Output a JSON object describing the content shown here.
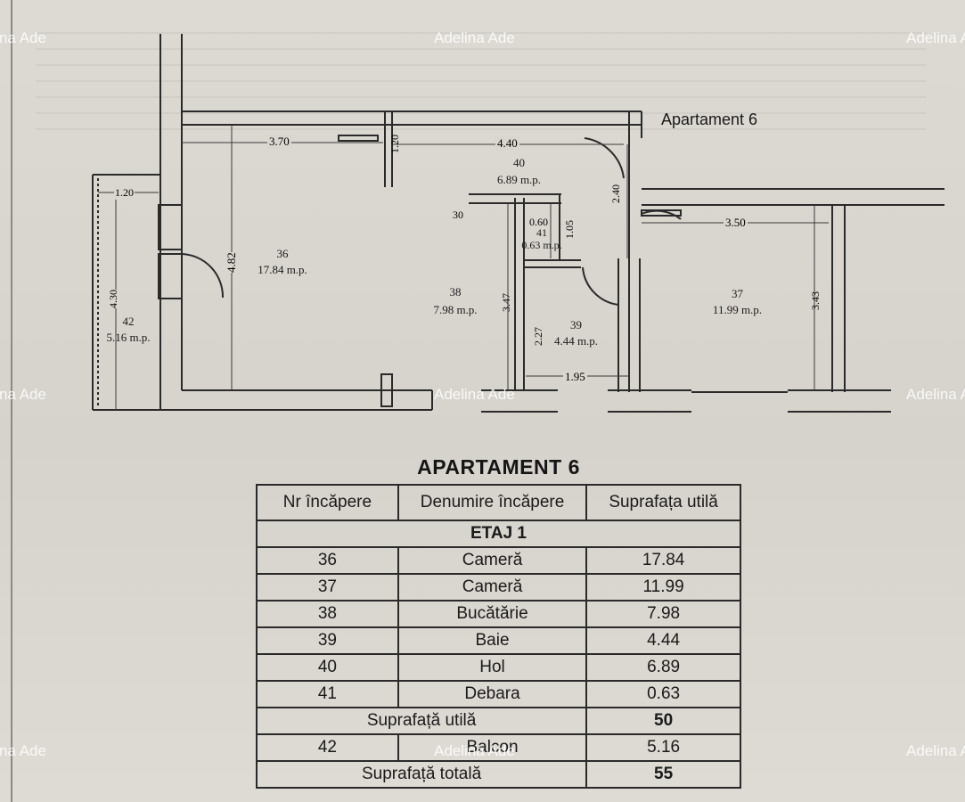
{
  "watermark": "Adelina Ade",
  "watermark_partial": "na Ade",
  "plan": {
    "label": "Apartament 6",
    "rooms": [
      {
        "number": "36",
        "area": "17.84 m.p."
      },
      {
        "number": "37",
        "area": "11.99 m.p."
      },
      {
        "number": "38",
        "area": "7.98 m.p."
      },
      {
        "number": "39",
        "area": "4.44 m.p."
      },
      {
        "number": "40",
        "area": "6.89 m.p."
      },
      {
        "number": "41",
        "area": "0.63 m.p."
      },
      {
        "number": "42",
        "area": "5.16 m.p."
      }
    ],
    "dimensions": [
      "3.70",
      "4.40",
      "1.20",
      "2.40",
      "3.50",
      "4.82",
      "3.47",
      "2.27",
      "1.95",
      "3.43",
      "4.30",
      "1.20",
      "0.60",
      "1.05",
      "30"
    ]
  },
  "table": {
    "title": "APARTAMENT 6",
    "headers": [
      "Nr încăpere",
      "Denumire încăpere",
      "Suprafața utilă"
    ],
    "section": "ETAJ 1",
    "rows": [
      [
        "36",
        "Cameră",
        "17.84"
      ],
      [
        "37",
        "Cameră",
        "11.99"
      ],
      [
        "38",
        "Bucătărie",
        "7.98"
      ],
      [
        "39",
        "Baie",
        "4.44"
      ],
      [
        "40",
        "Hol",
        "6.89"
      ],
      [
        "41",
        "Debara",
        "0.63"
      ]
    ],
    "useful_label": "Suprafață utilă",
    "useful_value": "50",
    "balcony_row": [
      "42",
      "Balcon",
      "5.16"
    ],
    "total_label": "Suprafață totală",
    "total_value": "55"
  }
}
